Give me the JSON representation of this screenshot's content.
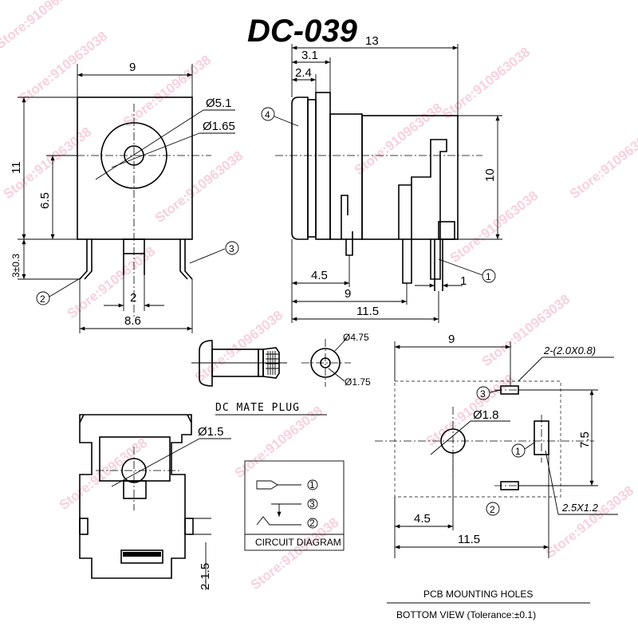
{
  "title": "DC-039",
  "watermark": "Store:910963038",
  "front_view": {
    "dim_width": "9",
    "dim_height": "11",
    "dim_center_height": "6.5",
    "dim_pin_length": "3±0.3",
    "dim_pin_width": "2",
    "dim_pin_span": "8.6",
    "dia_outer": "Ø5.1",
    "dia_inner": "Ø1.65",
    "callout_2": "2",
    "callout_3": "3"
  },
  "side_view": {
    "dim_total": "13",
    "dim_a": "3.1",
    "dim_b": "2.4",
    "dim_height": "10",
    "dim_c": "4.5",
    "dim_d": "9",
    "dim_e": "11.5",
    "dim_f": "1",
    "callout_4": "4",
    "callout_1": "1"
  },
  "plug": {
    "label": "DC MATE PLUG",
    "dia_outer": "Ø4.75",
    "dia_inner": "Ø1.75"
  },
  "bottom_view": {
    "dia_hole": "Ø1.5",
    "dim_slot": "2-1.5"
  },
  "circuit": {
    "label": "CIRCUIT DIAGRAM",
    "pins": [
      "1",
      "3",
      "2"
    ]
  },
  "pcb": {
    "dim_top": "9",
    "slot_spec": "2-(2.0X0.8)",
    "dia_center": "Ø1.8",
    "dim_height": "7.5",
    "dim_left": "4.5",
    "dim_total": "11.5",
    "pad_spec": "2.5X1.2",
    "callout_1": "1",
    "callout_2": "2",
    "callout_3": "3",
    "caption_1": "PCB MOUNTING HOLES",
    "caption_2": "BOTTOM  VIEW (Tolerance:±0.1)"
  }
}
